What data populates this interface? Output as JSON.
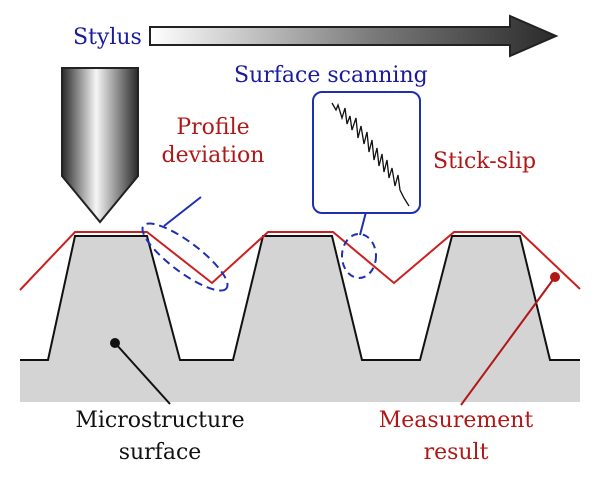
{
  "labels": {
    "stylus": "Stylus",
    "surface_scanning": "Surface scanning",
    "profile_line1": "Profile",
    "profile_line2": "deviation",
    "stick_slip": "Stick-slip",
    "micro_line1": "Microstructure",
    "micro_line2": "surface",
    "measure_line1": "Measurement",
    "measure_line2": "result"
  },
  "colors": {
    "blue_text": "#1a1a9c",
    "red_text": "#b01818",
    "surface_fill": "#d4d4d4",
    "profile_line": "#cc1f1f",
    "annotation_blue": "#1f2fb0"
  }
}
